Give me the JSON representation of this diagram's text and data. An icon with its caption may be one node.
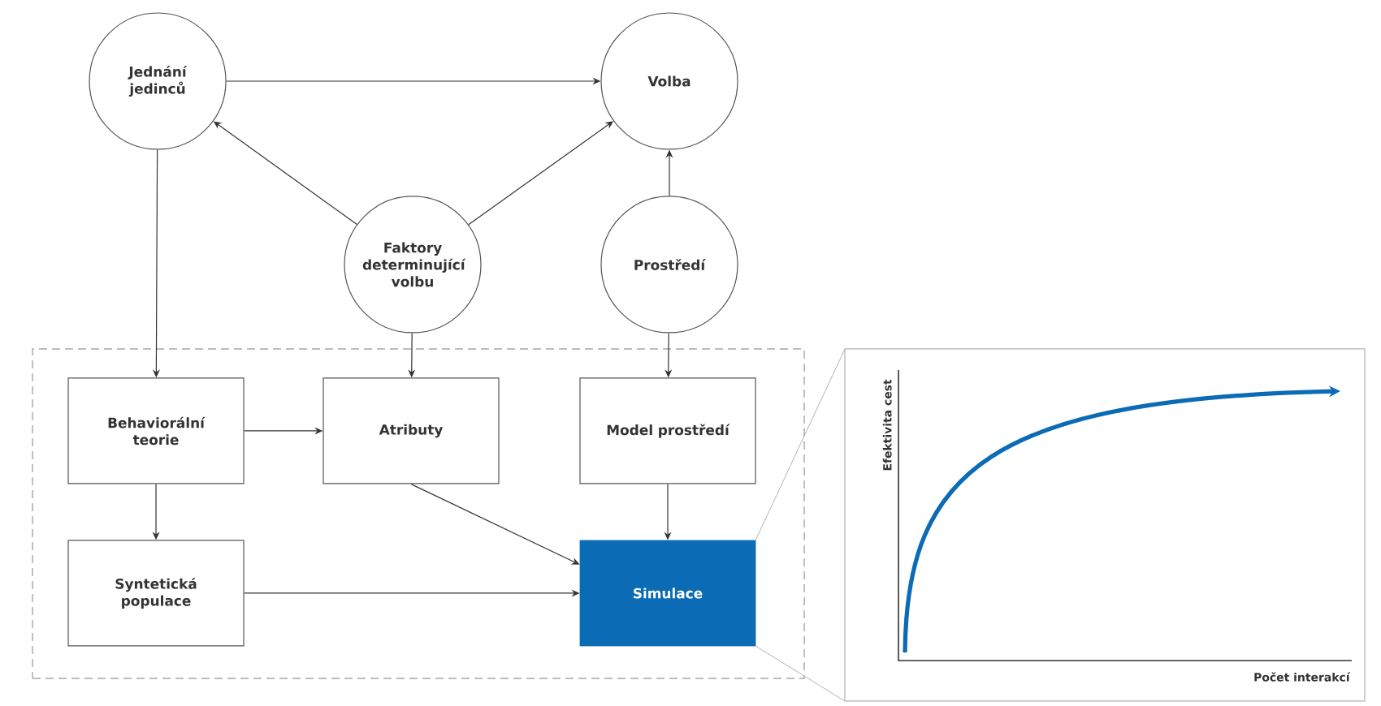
{
  "diagram": {
    "nodes": [
      {
        "text": [
          "Jednání jedinců"
        ]
      },
      {
        "text": [
          "Volba"
        ]
      },
      {
        "text": [
          "Faktory determinující volbu"
        ]
      },
      {
        "text": [
          "Prostředí"
        ]
      },
      {
        "text": [],
        "shape": "box"
      },
      {
        "text": [
          "Behaviorální teorie"
        ],
        "in": 4
      },
      {
        "text": [
          "Atributy"
        ],
        "in": 4
      },
      {
        "text": [
          "Model prostředí"
        ],
        "in": 4
      },
      {
        "text": [
          "Syntetická populace"
        ],
        "in": 4
      },
      {
        "text": [
          "Simulace"
        ],
        "in": 4
      }
    ],
    "edges": [
      {
        "from": 0,
        "to": 1,
        "arrow": "to"
      },
      {
        "from": 2,
        "to": 0,
        "arrow": "to"
      },
      {
        "from": 2,
        "to": 1,
        "arrow": "to"
      },
      {
        "from": 3,
        "to": 1,
        "arrow": "to"
      },
      {
        "from": 0,
        "to": 5,
        "arrow": "to"
      },
      {
        "from": 2,
        "to": 6,
        "arrow": "to"
      },
      {
        "from": 3,
        "to": 7,
        "arrow": "to"
      },
      {
        "from": 5,
        "to": 6,
        "arrow": "to"
      },
      {
        "from": 5,
        "to": 8,
        "arrow": "to"
      },
      {
        "from": 6,
        "to": 9,
        "arrow": "to"
      },
      {
        "from": 7,
        "to": 9,
        "arrow": "to"
      },
      {
        "from": 8,
        "to": 9,
        "arrow": "to"
      }
    ],
    "labels": [
      "Efektivita cest",
      "Počet interakcí"
    ]
  }
}
